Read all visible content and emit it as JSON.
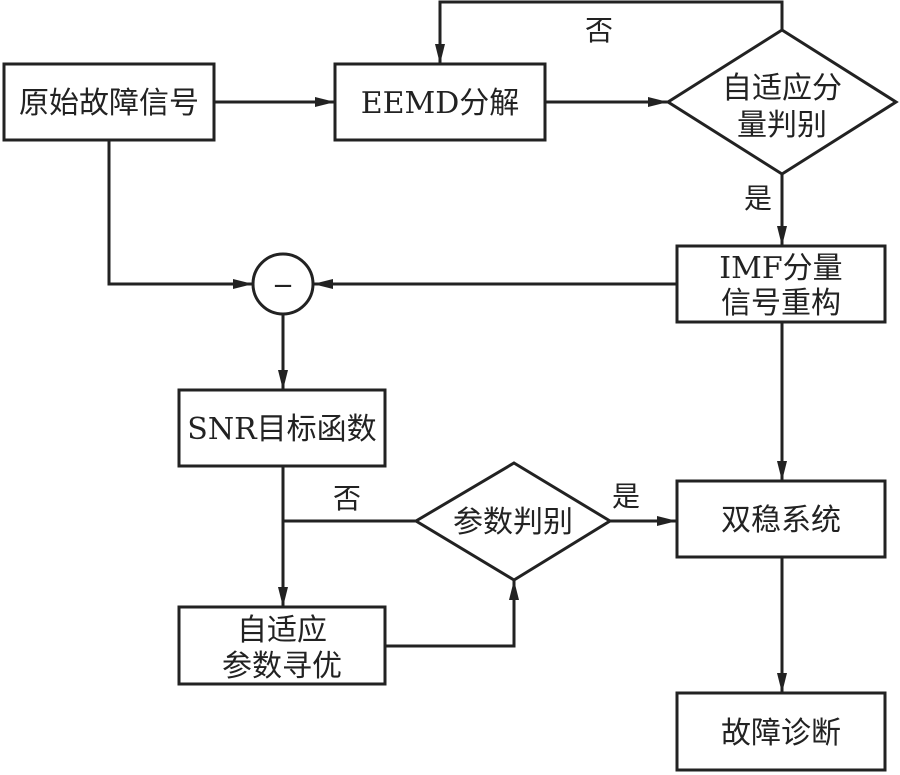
{
  "diagram": {
    "type": "flowchart",
    "nodes": {
      "raw_signal": {
        "label": [
          "原始故障信号"
        ]
      },
      "eemd": {
        "label": [
          "EEMD分解"
        ]
      },
      "adaptive_judge": {
        "label": [
          "自适应分",
          "量判别"
        ]
      },
      "imf_reconstruct": {
        "label": [
          "IMF分量",
          "信号重构"
        ]
      },
      "subtract": {
        "label": [
          "−"
        ]
      },
      "snr": {
        "label": [
          "SNR目标函数"
        ]
      },
      "param_judge": {
        "label": [
          "参数判别"
        ]
      },
      "bistable": {
        "label": [
          "双稳系统"
        ]
      },
      "param_optimize": {
        "label": [
          "自适应",
          "参数寻优"
        ]
      },
      "diagnosis": {
        "label": [
          "故障诊断"
        ]
      }
    },
    "edge_labels": {
      "adaptive_no": "否",
      "adaptive_yes": "是",
      "param_no": "否",
      "param_yes": "是"
    },
    "edges": [
      {
        "from": "raw_signal",
        "to": "eemd"
      },
      {
        "from": "eemd",
        "to": "adaptive_judge"
      },
      {
        "from": "adaptive_judge",
        "to": "eemd",
        "label": "否"
      },
      {
        "from": "adaptive_judge",
        "to": "imf_reconstruct",
        "label": "是"
      },
      {
        "from": "raw_signal",
        "to": "subtract"
      },
      {
        "from": "imf_reconstruct",
        "to": "subtract"
      },
      {
        "from": "subtract",
        "to": "snr"
      },
      {
        "from": "imf_reconstruct",
        "to": "bistable"
      },
      {
        "from": "snr",
        "to": "param_optimize"
      },
      {
        "from": "param_judge",
        "to": "param_optimize",
        "label": "否"
      },
      {
        "from": "param_optimize",
        "to": "param_judge"
      },
      {
        "from": "param_judge",
        "to": "bistable",
        "label": "是"
      },
      {
        "from": "bistable",
        "to": "diagnosis"
      }
    ]
  }
}
